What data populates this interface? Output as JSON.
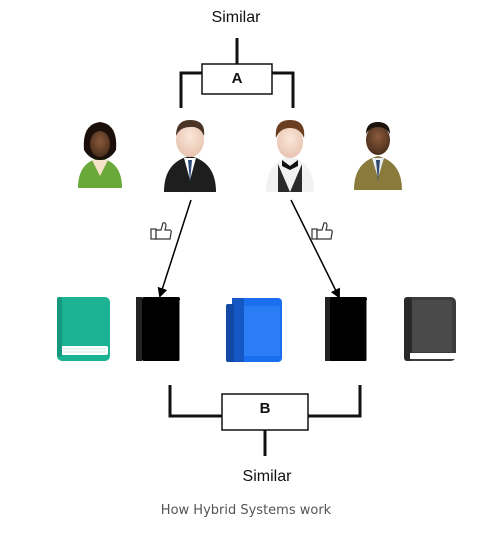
{
  "diagram": {
    "top_label": "Similar",
    "top_box_label": "A",
    "bottom_box_label": "B",
    "bottom_label": "Similar",
    "caption": "How Hybrid Systems work"
  },
  "people": [
    {
      "name": "user-woman",
      "suit": "#6aa83a"
    },
    {
      "name": "user-man-black-suit",
      "suit": "#1e1e1e"
    },
    {
      "name": "user-waiter",
      "suit": "#2b2b2b"
    },
    {
      "name": "user-man-brown-suit",
      "suit": "#8a7a3c"
    }
  ],
  "books": [
    {
      "name": "book-teal",
      "color": "#1bb394"
    },
    {
      "name": "book-black-1",
      "color": "#000000"
    },
    {
      "name": "book-blue",
      "color": "#1a6ff0"
    },
    {
      "name": "book-black-2",
      "color": "#000000"
    },
    {
      "name": "book-dark-gray",
      "color": "#3c3c3c"
    }
  ],
  "icons": [
    "thumbs-up-icon",
    "thumbs-up-icon"
  ]
}
